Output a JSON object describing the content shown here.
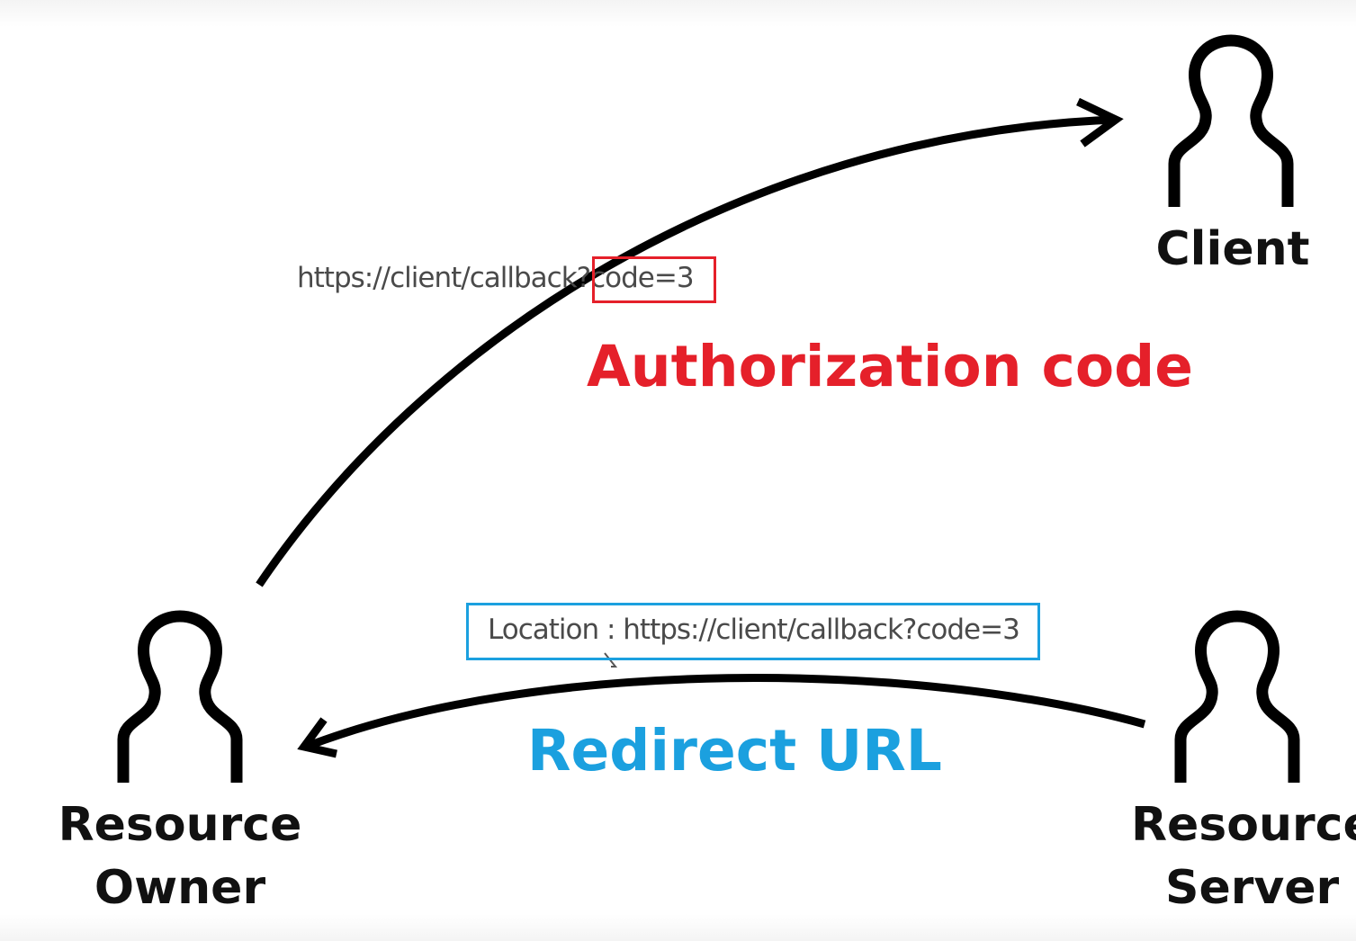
{
  "actors": {
    "client": "Client",
    "resource_owner_line1": "Resource",
    "resource_owner_line2": "Owner",
    "resource_server_line1": "Resource",
    "resource_server_line2": "Server"
  },
  "callback": {
    "url_prefix": "https://client/callback",
    "url_highlight": "?code=3"
  },
  "location_header": {
    "text": "Location : https://client/callback?code=3"
  },
  "captions": {
    "authorization_code": "Authorization code",
    "redirect_url": "Redirect URL"
  },
  "colors": {
    "highlight_red": "#e5202a",
    "highlight_blue": "#1ba0df",
    "stroke": "#000000"
  },
  "icons": {
    "person": "person-outline-icon",
    "arrow": "arrow-head-icon"
  }
}
